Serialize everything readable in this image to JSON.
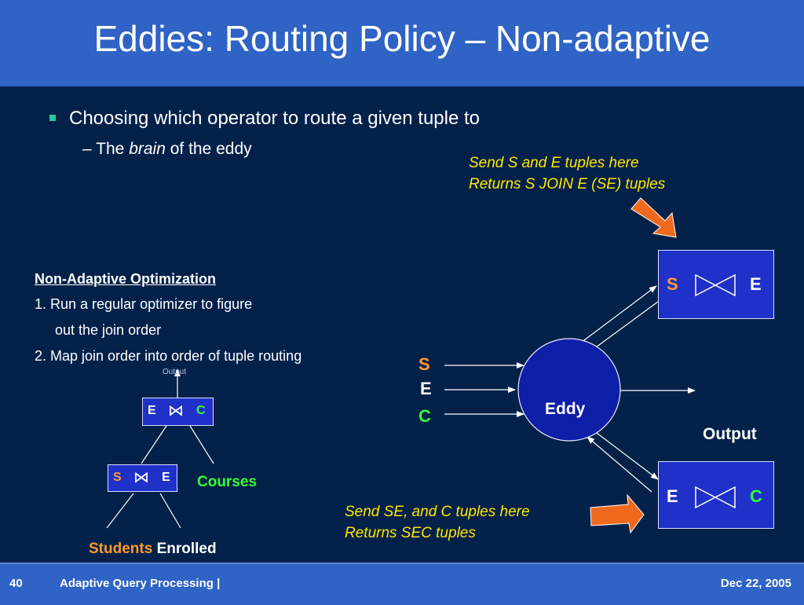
{
  "title": "Eddies: Routing Policy – Non-adaptive",
  "bullets": {
    "main": "Choosing which operator to route a given tuple to",
    "sub_dash": "–",
    "sub_before": "The",
    "sub_italic": "brain",
    "sub_after": "of the eddy"
  },
  "notes": {
    "top_line1": "Send S and E tuples here",
    "top_line2": "Returns S JOIN E (SE) tuples",
    "bottom_line1": "Send SE, and C tuples here",
    "bottom_line2": "Returns SEC tuples"
  },
  "nonadaptive": {
    "heading": "Non-Adaptive Optimization",
    "step1a": "1. Run a regular optimizer to figure",
    "step1b": "out the join order",
    "step2": "2. Map join order into order of tuple routing"
  },
  "small_tree": {
    "output": "Output",
    "top_left": "E",
    "top_right": "C",
    "bottom_left": "S",
    "bottom_right": "E",
    "courses": "Courses",
    "students": "Students",
    "enrolled": "Enrolled",
    "join_symbol": "⋈"
  },
  "eddy": {
    "label": "Eddy",
    "inputs": [
      "S",
      "E",
      "C"
    ],
    "output": "Output",
    "join_top_left": "S",
    "join_top_right": "E",
    "join_bottom_left": "E",
    "join_bottom_right": "C"
  },
  "footer": {
    "page": "40",
    "course": "Adaptive Query Processing |",
    "date": "Dec 22, 2005"
  },
  "colors": {
    "title_bg": "#2f63c5",
    "body_bg": "#04214a",
    "note": "#ffe600",
    "s_orange": "#ff9a2a",
    "c_green": "#33ff33",
    "join_box": "#1f31c8",
    "eddy_circle": "#0f1fa8",
    "arrow_orange": "#f06a1e",
    "bullet": "#22cc99"
  }
}
